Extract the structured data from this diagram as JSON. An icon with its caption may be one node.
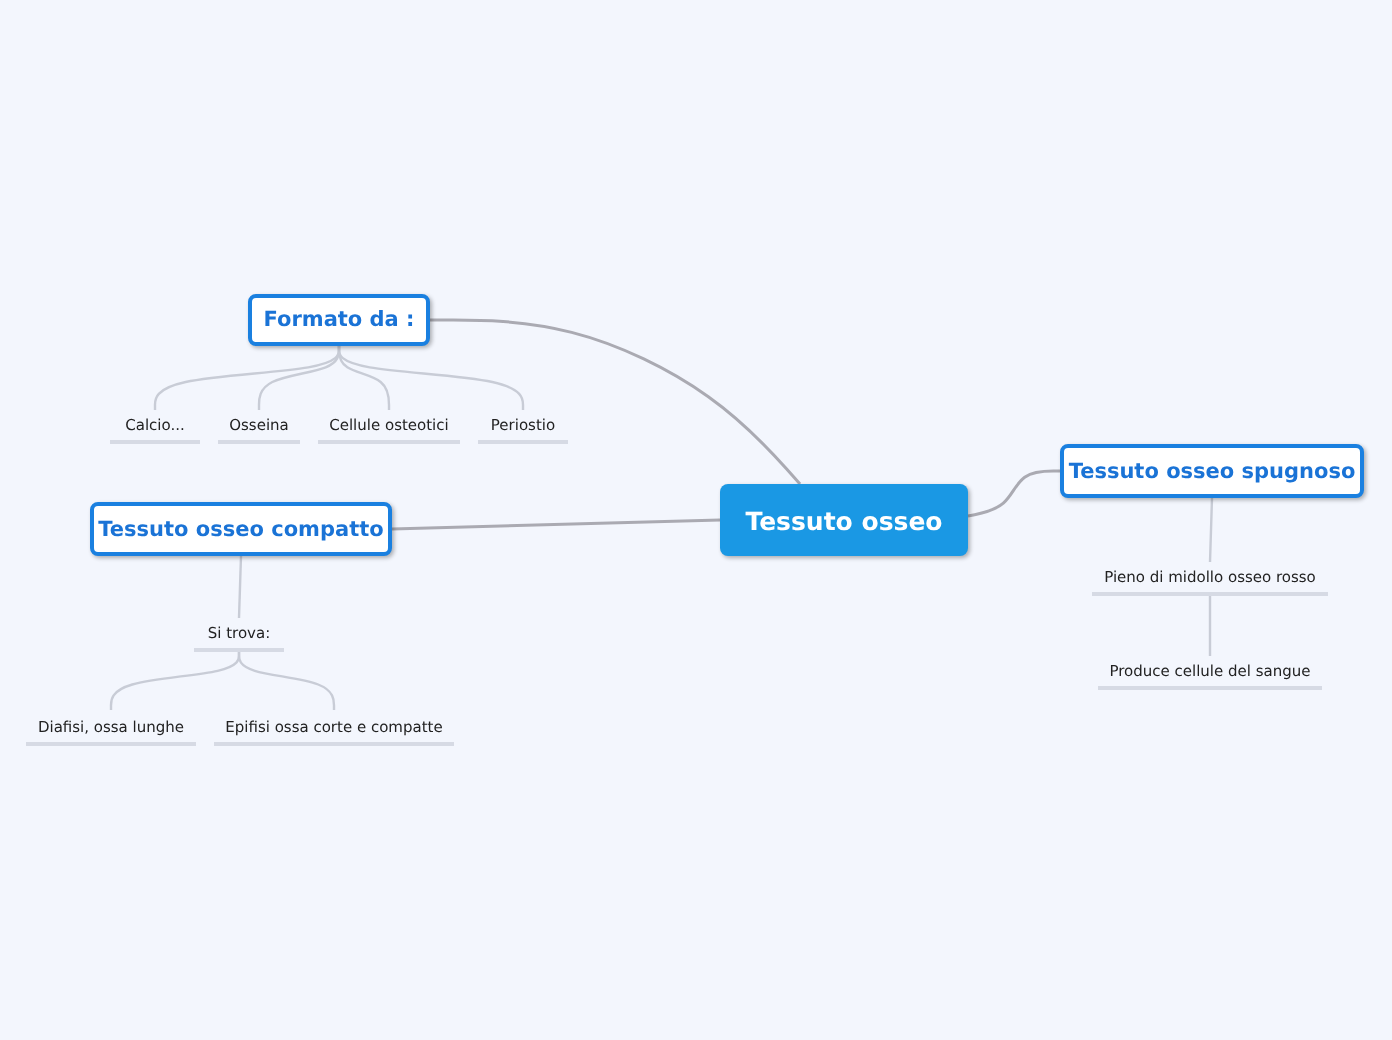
{
  "diagram": {
    "nodes": [
      {
        "text": [
          "Tessuto osseo"
        ]
      },
      {
        "text": [
          "Formato da :"
        ]
      },
      {
        "text": [
          "Calcio..."
        ]
      },
      {
        "text": [
          "Osseina"
        ]
      },
      {
        "text": [
          "Cellule osteotici"
        ]
      },
      {
        "text": [
          "Periostio"
        ]
      },
      {
        "text": [
          "Tessuto osseo compatto"
        ]
      },
      {
        "text": [
          "Si trova:"
        ]
      },
      {
        "text": [
          "Diafisi, ossa lunghe"
        ]
      },
      {
        "text": [
          "Epifisi ossa corte e compatte"
        ]
      },
      {
        "text": [
          "Tessuto osseo spugnoso"
        ]
      },
      {
        "text": [
          "Pieno di midollo osseo rosso"
        ]
      },
      {
        "text": [
          "Produce cellule del sangue"
        ]
      }
    ],
    "edges": [
      {
        "from": 0,
        "to": 1,
        "arrow": "none"
      },
      {
        "from": 0,
        "to": 6,
        "arrow": "none"
      },
      {
        "from": 0,
        "to": 10,
        "arrow": "none"
      },
      {
        "from": 1,
        "to": 2,
        "arrow": "none"
      },
      {
        "from": 1,
        "to": 3,
        "arrow": "none"
      },
      {
        "from": 1,
        "to": 4,
        "arrow": "none"
      },
      {
        "from": 1,
        "to": 5,
        "arrow": "none"
      },
      {
        "from": 6,
        "to": 7,
        "arrow": "none"
      },
      {
        "from": 7,
        "to": 8,
        "arrow": "none"
      },
      {
        "from": 7,
        "to": 9,
        "arrow": "none"
      },
      {
        "from": 10,
        "to": 11,
        "arrow": "none"
      },
      {
        "from": 11,
        "to": 12,
        "arrow": "none"
      }
    ]
  }
}
